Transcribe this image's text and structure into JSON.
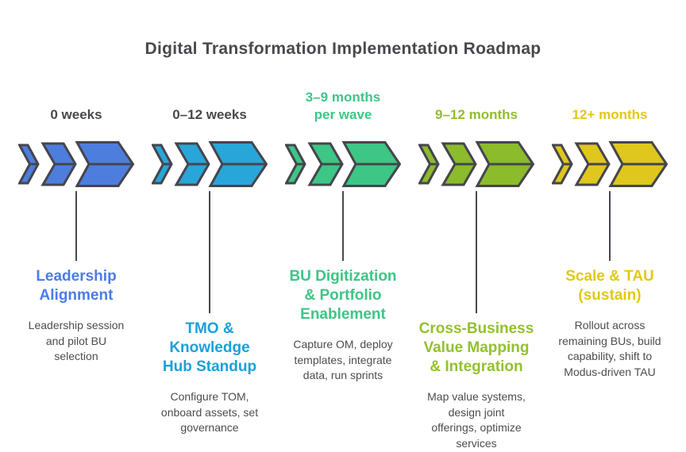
{
  "title": "Digital Transformation Implementation Roadmap",
  "theme": {
    "background": "#FFFFFF",
    "heading_color": "#48484E",
    "description_color": "#4C4C52",
    "chevron_outline_color": "#45454D",
    "connector_color": "#48484E"
  },
  "phases": [
    {
      "id": "leadership-alignment",
      "duration": "0 weeks",
      "title": "Leadership\nAlignment",
      "description": "Leadership session\nand pilot BU\nselection",
      "colors": {
        "chevron": "#4D7EDE",
        "duration": "#48484E",
        "title": "#4A7CE8"
      }
    },
    {
      "id": "tmo-knowledge-hub-standup",
      "duration": "0–12 weeks",
      "title": "TMO &\nKnowledge\nHub Standup",
      "description": "Configure TOM,\nonboard assets, set\ngovernance",
      "colors": {
        "chevron": "#29A6D9",
        "duration": "#48484E",
        "title": "#1BA0D8"
      }
    },
    {
      "id": "bu-digitization-portfolio-enablement",
      "duration": "3–9 months\nper wave",
      "title": "BU Digitization\n& Portfolio\nEnablement",
      "description": "Capture OM, deploy\ntemplates, integrate\ndata, run sprints",
      "colors": {
        "chevron": "#3DC685",
        "duration": "#3DC585",
        "title": "#3DC585"
      }
    },
    {
      "id": "cross-business-value-mapping-integration",
      "duration": "9–12 months",
      "title": "Cross-Business\nValue Mapping\n& Integration",
      "description": "Map value systems,\ndesign joint\nofferings, optimize\nservices",
      "colors": {
        "chevron": "#8CBB2C",
        "duration": "#8FBE2B",
        "title": "#93C12E"
      }
    },
    {
      "id": "scale-and-tau-sustain",
      "duration": "12+ months",
      "title": "Scale & TAU\n(sustain)",
      "description": "Rollout across\nremaining BUs, build\ncapability, shift to\nModus-driven TAU",
      "colors": {
        "chevron": "#DFC71D",
        "duration": "#E2C815",
        "title": "#E2C815"
      }
    }
  ]
}
